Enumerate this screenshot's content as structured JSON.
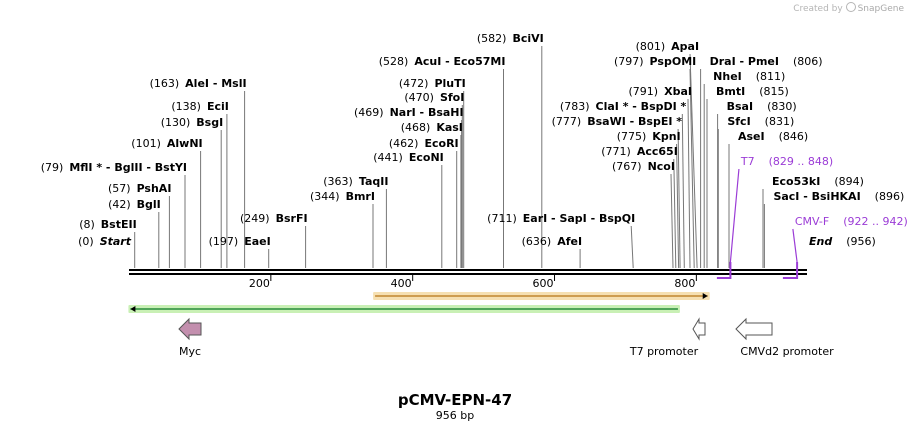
{
  "credit": {
    "prefix": "Created by",
    "brand": "SnapGene"
  },
  "plasmid": {
    "name": "pCMV-EPN-47",
    "length_label": "956 bp",
    "length": 956
  },
  "ticks": [
    200,
    400,
    600,
    800
  ],
  "sites": [
    {
      "pos": 8,
      "pos_label": "(8)",
      "name": "BstEII"
    },
    {
      "pos": 0,
      "pos_label": "(0)",
      "name": "Start",
      "italic": true
    },
    {
      "pos": 42,
      "pos_label": "(42)",
      "name": "BglI"
    },
    {
      "pos": 57,
      "pos_label": "(57)",
      "name": "PshAI"
    },
    {
      "pos": 79,
      "pos_label": "(79)",
      "name": "MflI * - BglII - BstYI"
    },
    {
      "pos": 101,
      "pos_label": "(101)",
      "name": "AlwNI"
    },
    {
      "pos": 130,
      "pos_label": "(130)",
      "name": "BsgI"
    },
    {
      "pos": 138,
      "pos_label": "(138)",
      "name": "EciI"
    },
    {
      "pos": 163,
      "pos_label": "(163)",
      "name": "AleI - MslI"
    },
    {
      "pos": 197,
      "pos_label": "(197)",
      "name": "EaeI"
    },
    {
      "pos": 249,
      "pos_label": "(249)",
      "name": "BsrFI"
    },
    {
      "pos": 344,
      "pos_label": "(344)",
      "name": "BmrI"
    },
    {
      "pos": 363,
      "pos_label": "(363)",
      "name": "TaqII"
    },
    {
      "pos": 441,
      "pos_label": "(441)",
      "name": "EcoNI"
    },
    {
      "pos": 462,
      "pos_label": "(462)",
      "name": "EcoRI"
    },
    {
      "pos": 468,
      "pos_label": "(468)",
      "name": "KasI"
    },
    {
      "pos": 469,
      "pos_label": "(469)",
      "name": "NarI - BsaHI"
    },
    {
      "pos": 470,
      "pos_label": "(470)",
      "name": "SfoI"
    },
    {
      "pos": 472,
      "pos_label": "(472)",
      "name": "PluTI"
    },
    {
      "pos": 528,
      "pos_label": "(528)",
      "name": "AcuI - Eco57MI"
    },
    {
      "pos": 582,
      "pos_label": "(582)",
      "name": "BciVI"
    },
    {
      "pos": 636,
      "pos_label": "(636)",
      "name": "AfeI"
    },
    {
      "pos": 711,
      "pos_label": "(711)",
      "name": "EarI - SapI - BspQI"
    },
    {
      "pos": 767,
      "pos_label": "(767)",
      "name": "NcoI"
    },
    {
      "pos": 771,
      "pos_label": "(771)",
      "name": "Acc65I"
    },
    {
      "pos": 775,
      "pos_label": "(775)",
      "name": "KpnI"
    },
    {
      "pos": 777,
      "pos_label": "(777)",
      "name": "BsaWI - BspEI *"
    },
    {
      "pos": 783,
      "pos_label": "(783)",
      "name": "ClaI * - BspDI *"
    },
    {
      "pos": 791,
      "pos_label": "(791)",
      "name": "XbaI"
    },
    {
      "pos": 797,
      "pos_label": "(797)",
      "name": "PspOMI"
    },
    {
      "pos": 801,
      "pos_label": "(801)",
      "name": "ApaI"
    },
    {
      "pos": 806,
      "pos_label": "(806)",
      "name": "DraI - PmeI"
    },
    {
      "pos": 811,
      "pos_label": "(811)",
      "name": "NheI"
    },
    {
      "pos": 815,
      "pos_label": "(815)",
      "name": "BmtI"
    },
    {
      "pos": 830,
      "pos_label": "(830)",
      "name": "BsaI"
    },
    {
      "pos": 831,
      "pos_label": "(831)",
      "name": "SfcI"
    },
    {
      "pos": 846,
      "pos_label": "(846)",
      "name": "AseI"
    },
    {
      "pos": 894,
      "pos_label": "(894)",
      "name": "Eco53kI"
    },
    {
      "pos": 896,
      "pos_label": "(896)",
      "name": "SacI - BsiHKAI"
    },
    {
      "pos": 956,
      "pos_label": "(956)",
      "name": "End",
      "italic": true
    }
  ],
  "primers": [
    {
      "name": "T7",
      "range_label": "(829 .. 848)",
      "start": 829,
      "end": 848,
      "color": "#9b3cd6"
    },
    {
      "name": "CMV-F",
      "range_label": "(922 .. 942)",
      "start": 922,
      "end": 942,
      "color": "#9b3cd6"
    }
  ],
  "features": [
    {
      "name": "Myc",
      "start": 1,
      "end": 30,
      "direction": "reverse",
      "color": "#c38fae"
    },
    {
      "name": "T7 promoter",
      "start": 829,
      "end": 848,
      "direction": "reverse",
      "color": "#ffffff"
    },
    {
      "name": "CMVd2 promoter",
      "start": 895,
      "end": 951,
      "direction": "reverse",
      "color": "#ffffff"
    }
  ],
  "orfs": [
    {
      "start": 347,
      "end": 816,
      "direction": "forward",
      "color": "#e8a23a",
      "highlight": "#f6e0b2"
    },
    {
      "start": 2,
      "end": 774,
      "direction": "reverse",
      "color": "#2fa844",
      "highlight": "#c9f0b5"
    }
  ]
}
